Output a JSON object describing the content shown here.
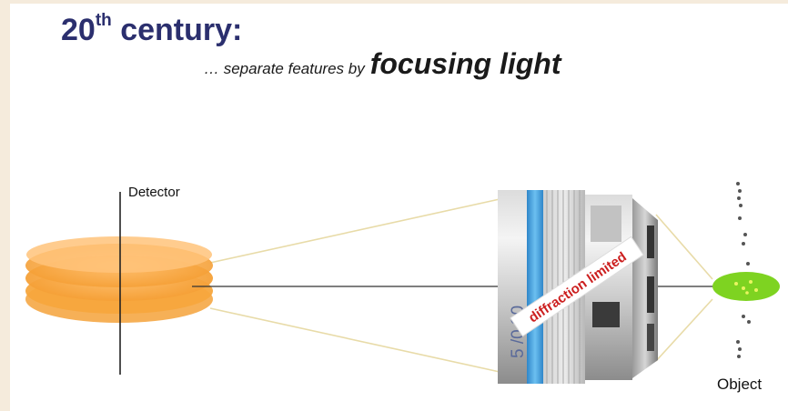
{
  "title": {
    "main": "20",
    "superscript": "th",
    "rest": " century:"
  },
  "subtitle": {
    "lead": "… separate features by",
    "emphasis": "focusing light"
  },
  "diagram": {
    "detector_label": "Detector",
    "object_label": "Object",
    "lens_marking": "5 /0.90",
    "banner_text": "diffraction limited"
  },
  "colors": {
    "title": "#2b2f6e",
    "detector_orange": "#f7a53a",
    "object_green": "#7ed321",
    "banner_red": "#cc1f1f",
    "lens_blue": "#3d9ddf"
  }
}
